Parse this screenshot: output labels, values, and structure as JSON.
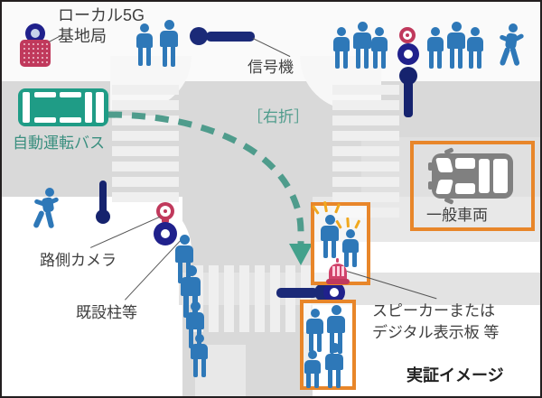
{
  "figure": {
    "title_footer": "実証イメージ",
    "theme": {
      "road": "#d9d9d9",
      "sidewalk": "#fafafa",
      "zebra": "#efefef",
      "accent_orange": "#e8862a",
      "teal": "#1f9c86",
      "teal_path": "#4f9c8c",
      "person_blue": "#2e78b8",
      "navy": "#16236e",
      "crimson": "#c0395c",
      "text": "#3f3f3f"
    }
  },
  "labels": {
    "local5g_line1": "ローカル5G",
    "local5g_line2": "基地局",
    "traffic_signal": "信号機",
    "autonomous_bus": "自動運転バス",
    "right_turn": "［右折］",
    "roadside_camera": "路側カメラ",
    "existing_pole": "既設柱等",
    "speaker_line1": "スピーカーまたは",
    "speaker_line2": "デジタル表示板 等",
    "general_vehicle": "一般車両",
    "footer": "実証イメージ"
  },
  "icons": {
    "base_station": "local-5g-base-station-icon",
    "signal": "traffic-signal-icon",
    "camera": "roadside-camera-icon",
    "pole": "utility-pole-icon",
    "bus": "autonomous-bus-icon",
    "car": "general-vehicle-icon",
    "siren": "speaker-beacon-icon",
    "pedestrian": "pedestrian-icon",
    "walking": "walking-person-icon",
    "arrow": "path-arrow-icon"
  },
  "callouts": [
    {
      "name": "general-vehicle-box",
      "label": "一般車両"
    },
    {
      "name": "alerted-pedestrian-box",
      "label": ""
    },
    {
      "name": "waiting-pedestrian-box",
      "label": ""
    }
  ],
  "scene": {
    "description_items": [
      "ローカル5G基地局",
      "信号機",
      "自動運転バス",
      "路側カメラ",
      "既設柱等",
      "スピーカーまたはデジタル表示板 等",
      "一般車両"
    ],
    "bus_maneuver": "［右折］"
  }
}
